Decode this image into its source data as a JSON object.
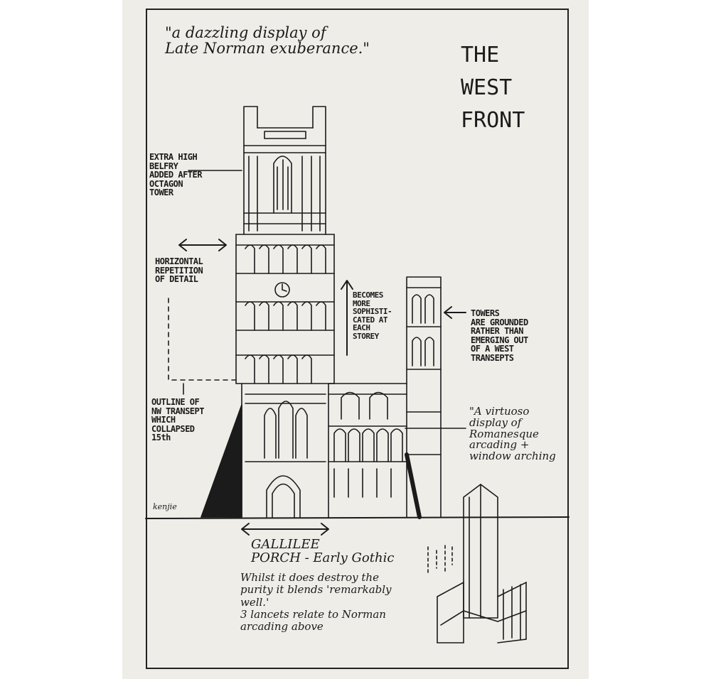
{
  "quote_top": [
    "\"a dazzling display of",
    "Late Norman exuberance.\""
  ],
  "title": [
    "THE",
    "WEST",
    "FRONT"
  ],
  "note_belfry": [
    "EXTRA HIGH",
    "BELFRY",
    "ADDED AFTER",
    "OCTAGON",
    "TOWER"
  ],
  "note_horizontal": [
    "HORIZONTAL",
    "REPETITION",
    "OF DETAIL"
  ],
  "note_outline": [
    "OUTLINE OF",
    "NW TRANSEPT",
    "WHICH",
    "COLLAPSED",
    "15th"
  ],
  "note_sophisticated": [
    "BECOMES",
    "MORE",
    "SOPHISTI-",
    "CATED AT",
    "EACH",
    "STOREY"
  ],
  "note_towers": [
    "TOWERS",
    "ARE GROUNDED",
    "RATHER THAN",
    "EMERGING OUT",
    "OF A WEST",
    "TRANSEPTS"
  ],
  "quote_virtuoso": [
    "\"A virtuoso",
    "display of",
    "Romanesque",
    "arcading +",
    "window arching"
  ],
  "galilee": [
    "GALLILEE",
    "PORCH - Early Gothic"
  ],
  "note_bottom": [
    "Whilst it does destroy the",
    "purity it blends 'remarkably",
    "well.'",
    "3 lancets relate to Norman",
    "arcading above"
  ],
  "signature": "kenjie"
}
